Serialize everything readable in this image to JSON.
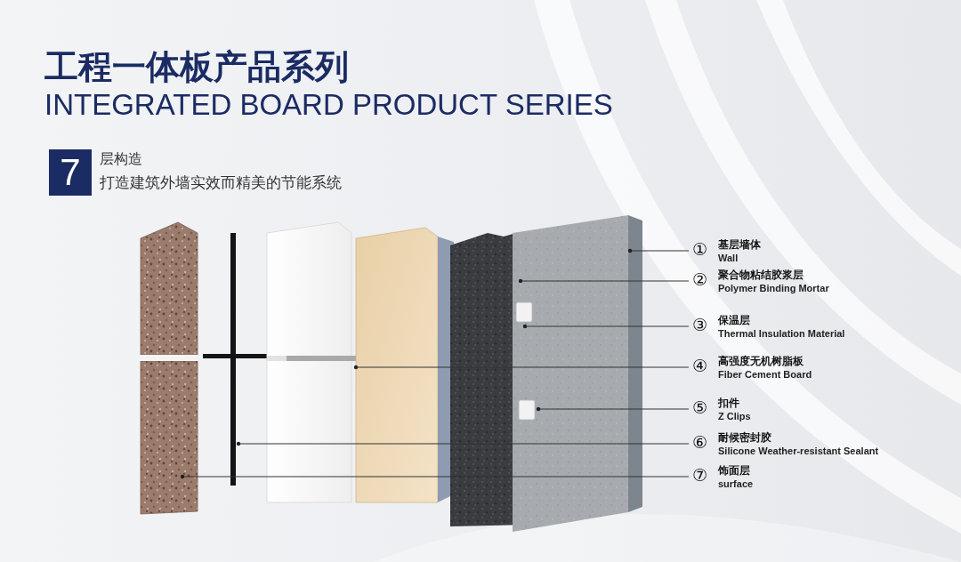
{
  "diagram": {
    "title": "工程一体板产品系列",
    "nodes": [
      {
        "text": [
          "7"
        ]
      }
    ],
    "labels": [
      "INTEGRATED BOARD PRODUCT SERIES",
      "层构造",
      "打造建筑外墙实效而精美的节能系统",
      "①",
      "基层墙体",
      "Wall",
      "②",
      "聚合物粘结胶浆层",
      "Polymer Binding Mortar",
      "③",
      "保温层",
      "Thermal Insulation Material",
      "④",
      "高强度无机树脂板",
      "Fiber Cement Board",
      "⑤",
      "扣件",
      "Z Clips",
      "⑥",
      "耐候密封胶",
      "Silicone Weather-resistant Sealant",
      "⑦",
      "饰面层",
      "surface"
    ]
  }
}
